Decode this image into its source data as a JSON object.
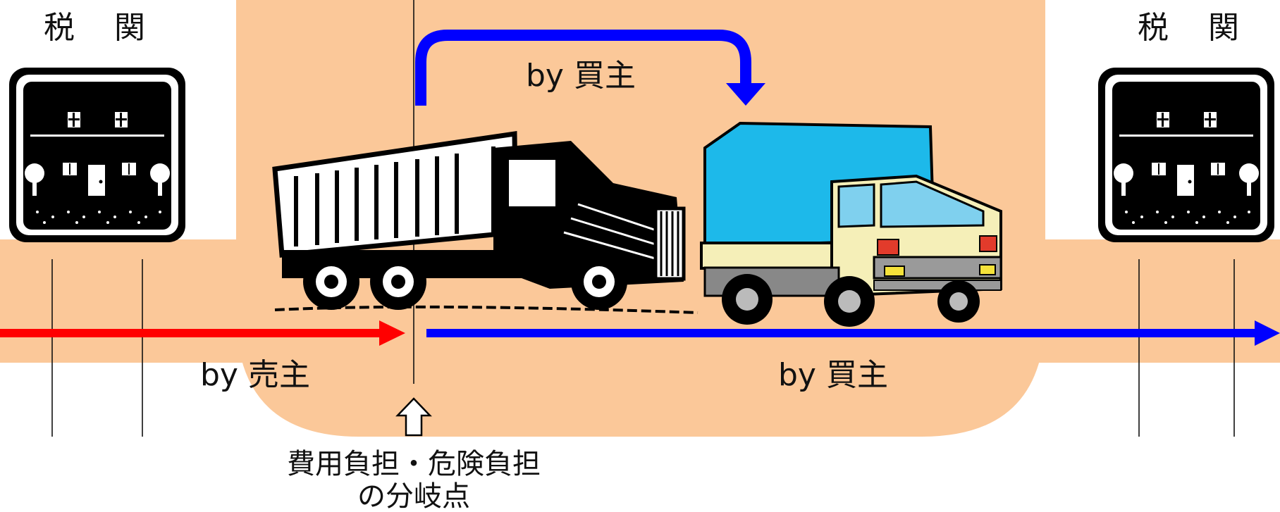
{
  "customs_left": {
    "label": "税　関",
    "icon": "customs-house-icon"
  },
  "customs_right": {
    "label": "税　関",
    "icon": "customs-house-icon"
  },
  "arrows": {
    "seller": {
      "label": "by 売主",
      "color": "#ff0000"
    },
    "buyer_main": {
      "label": "by 買主",
      "color": "#0000ff"
    },
    "buyer_loading": {
      "label": "by 買主",
      "color": "#0000ff"
    }
  },
  "transfer_point": {
    "icon": "up-arrow-outline-icon",
    "line1": "費用負担・危険負担",
    "line2": "の分岐点"
  },
  "vehicles": {
    "seller_truck": "dump-truck-icon",
    "buyer_truck": "cargo-truck-icon"
  },
  "colors": {
    "band": "#fbc899",
    "seller": "#ff0000",
    "buyer": "#0000ff",
    "tarp": "#1db9ea",
    "cab": "#f5efb8"
  }
}
